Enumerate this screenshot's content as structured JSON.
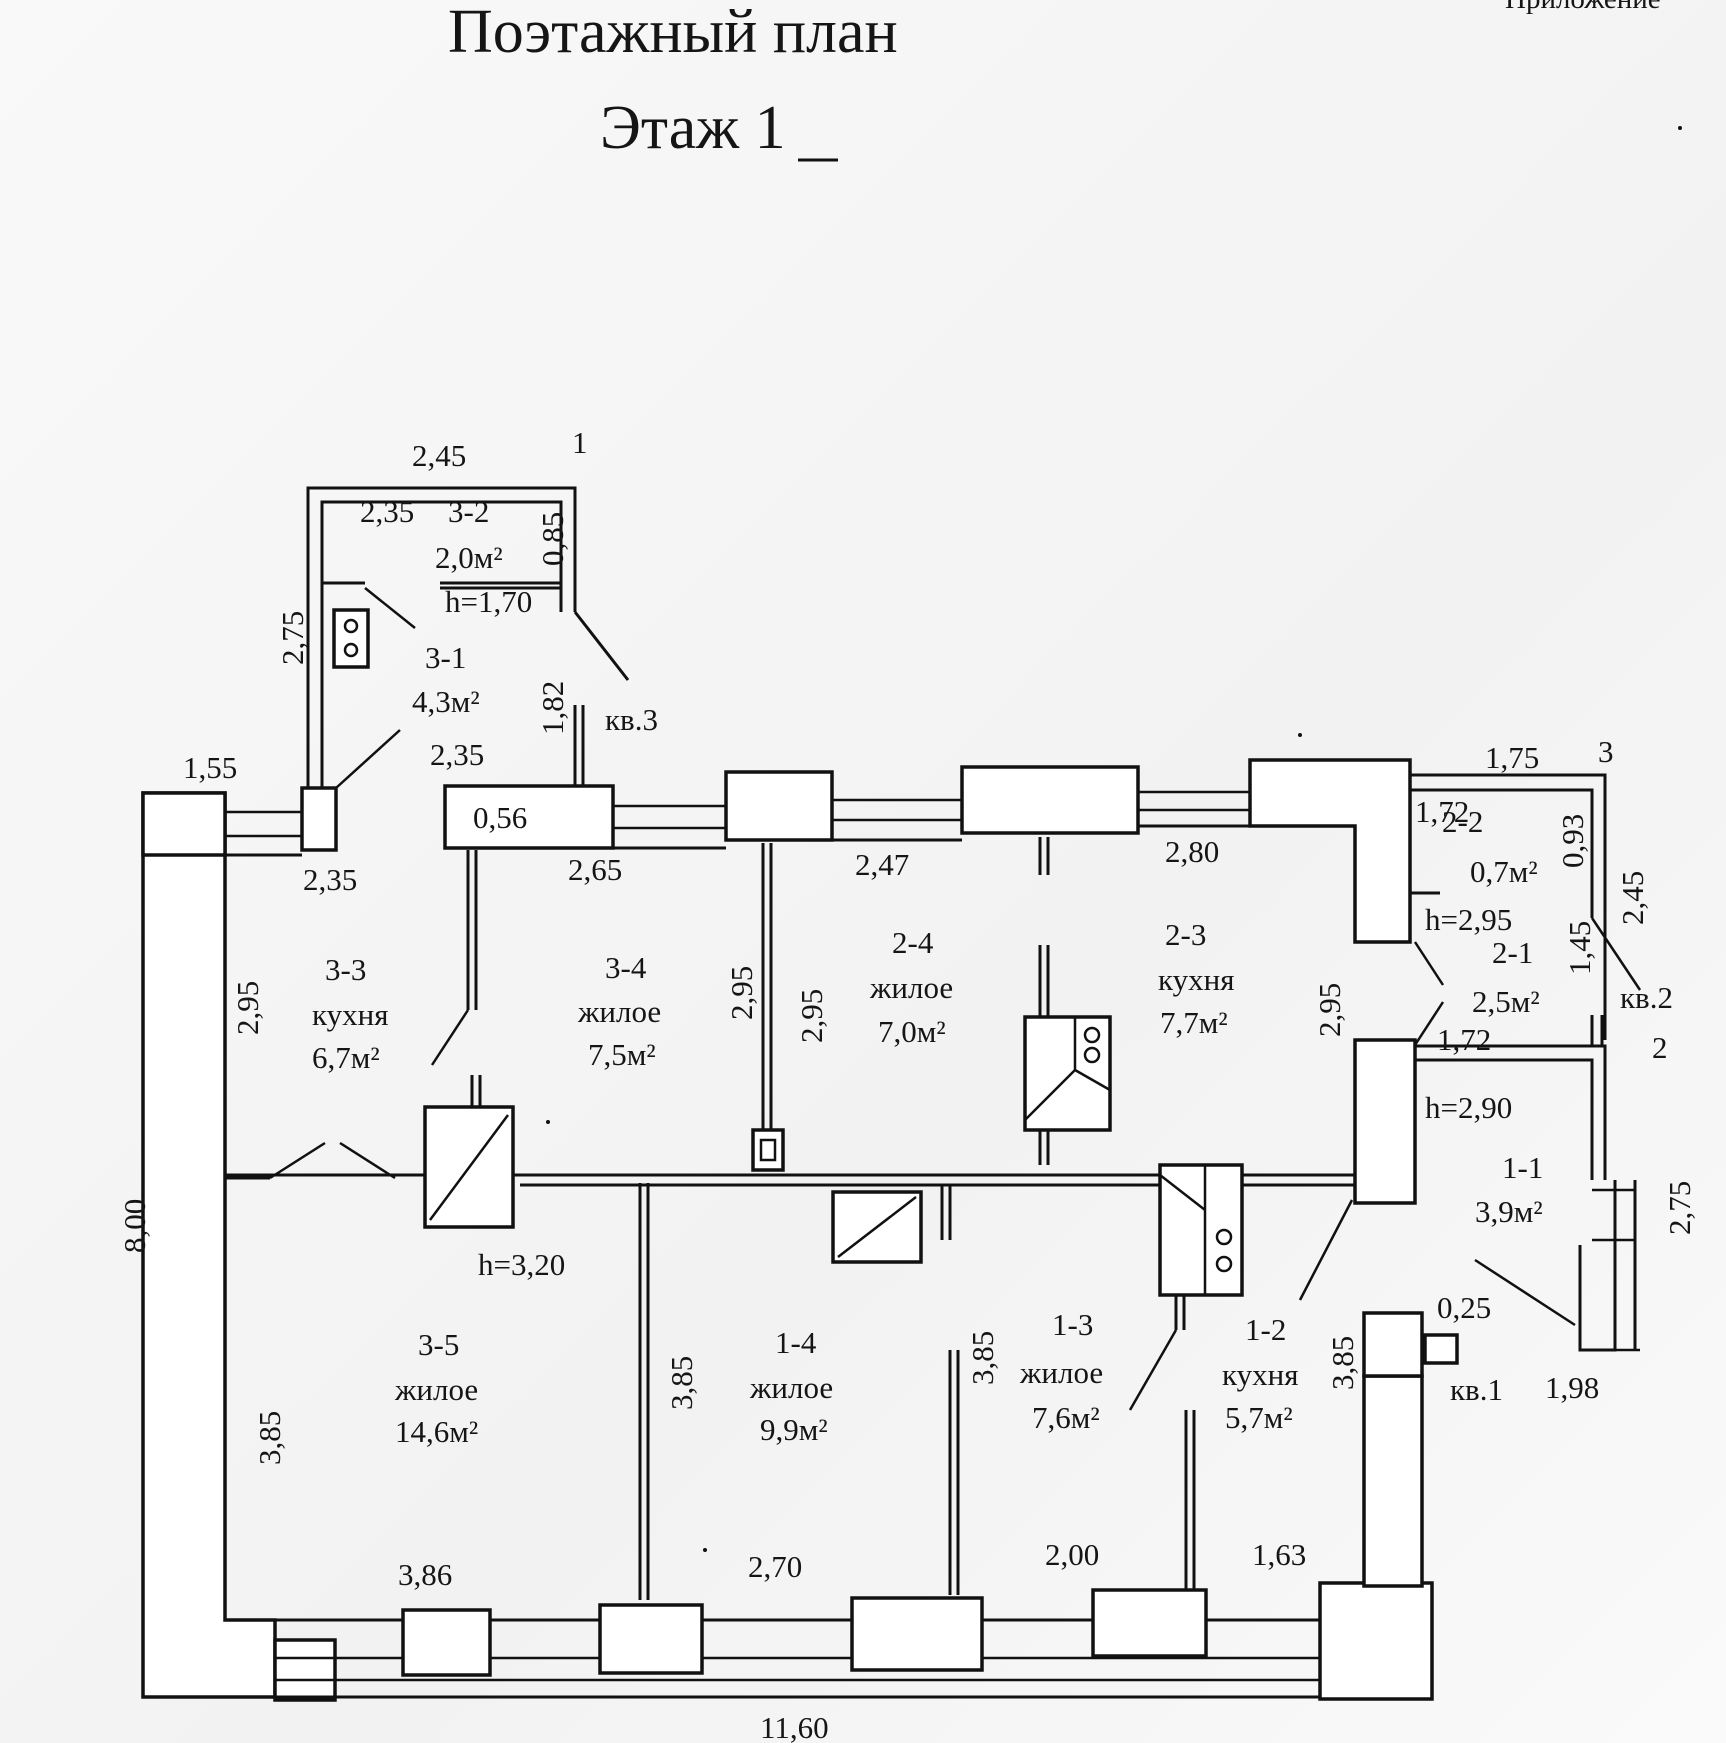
{
  "title": {
    "line1": "Поэтажный план",
    "line2": "Этаж 1",
    "corner_text": "Приложение"
  },
  "rooms": [
    {
      "id": "3-1",
      "area": "4,3м²"
    },
    {
      "id": "3-2",
      "area": "2,0м²",
      "height": "h=1,70"
    },
    {
      "id": "3-3",
      "use": "кухня",
      "area": "6,7м²"
    },
    {
      "id": "3-4",
      "use": "жилое",
      "area": "7,5м²"
    },
    {
      "id": "3-5",
      "use": "жилое",
      "area": "14,6м²"
    },
    {
      "id": "2-1",
      "area": "2,5м²"
    },
    {
      "id": "2-2",
      "area": "0,7м²",
      "height": "h=2,95"
    },
    {
      "id": "2-3",
      "use": "кухня",
      "area": "7,7м²"
    },
    {
      "id": "2-4",
      "use": "жилое",
      "area": "7,0м²"
    },
    {
      "id": "1-1",
      "area": "3,9м²",
      "height": "h=2,90"
    },
    {
      "id": "1-2",
      "use": "кухня",
      "area": "5,7м²"
    },
    {
      "id": "1-3",
      "use": "жилое",
      "area": "7,6м²"
    },
    {
      "id": "1-4",
      "use": "жилое",
      "area": "9,9м²"
    }
  ],
  "apartments": [
    "кв.1",
    "кв.2",
    "кв.3"
  ],
  "entrances": [
    "1",
    "2",
    "3"
  ],
  "main_height": "h=3,20",
  "dimensions": {
    "d_2_45": "2,45",
    "d_2_35_a": "2,35",
    "d_0_85": "0,85",
    "d_2_75_a": "2,75",
    "d_1_82": "1,82",
    "d_2_35_b": "2,35",
    "d_1_55": "1,55",
    "d_0_56": "0,56",
    "d_2_35_c": "2,35",
    "d_2_65": "2,65",
    "d_2_47": "2,47",
    "d_2_80": "2,80",
    "d_1_75": "1,75",
    "d_1_72_a": "1,72",
    "d_0_93": "0,93",
    "d_2_45_b": "2,45",
    "d_1_45": "1,45",
    "d_1_72_b": "1,72",
    "d_2_95_a": "2,95",
    "d_2_95_b": "2,95",
    "d_2_95_c": "2,95",
    "d_2_95_d": "2,95",
    "d_8_00": "8,00",
    "d_2_75_b": "2,75",
    "d_0_25": "0,25",
    "d_1_98": "1,98",
    "d_3_85_a": "3,85",
    "d_3_85_b": "3,85",
    "d_3_85_c": "3,85",
    "d_3_85_d": "3,85",
    "d_3_86": "3,86",
    "d_2_70": "2,70",
    "d_2_00": "2,00",
    "d_1_63": "1,63",
    "d_11_60": "11,60"
  }
}
